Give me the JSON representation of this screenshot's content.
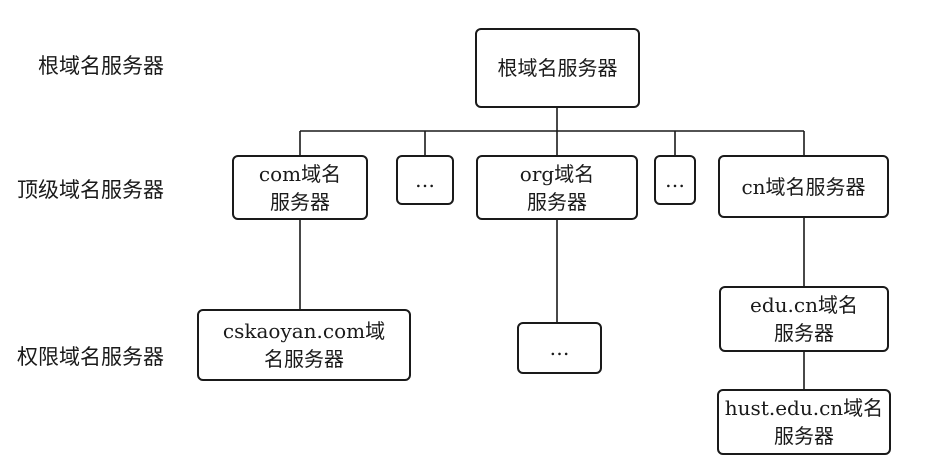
{
  "levels": {
    "root": "根域名服务器",
    "top": "顶级域名服务器",
    "authoritative": "权限域名服务器"
  },
  "nodes": {
    "root": "根域名服务器",
    "com": "com域名\n服务器",
    "ellipsis_1": "…",
    "org": "org域名\n服务器",
    "ellipsis_2": "…",
    "cn": "cn域名服务器",
    "cskaoyan": "cskaoyan.com域\n名服务器",
    "ellipsis_3": "…",
    "edu_cn": "edu.cn域名\n服务器",
    "hust": "hust.edu.cn域名\n服务器"
  }
}
